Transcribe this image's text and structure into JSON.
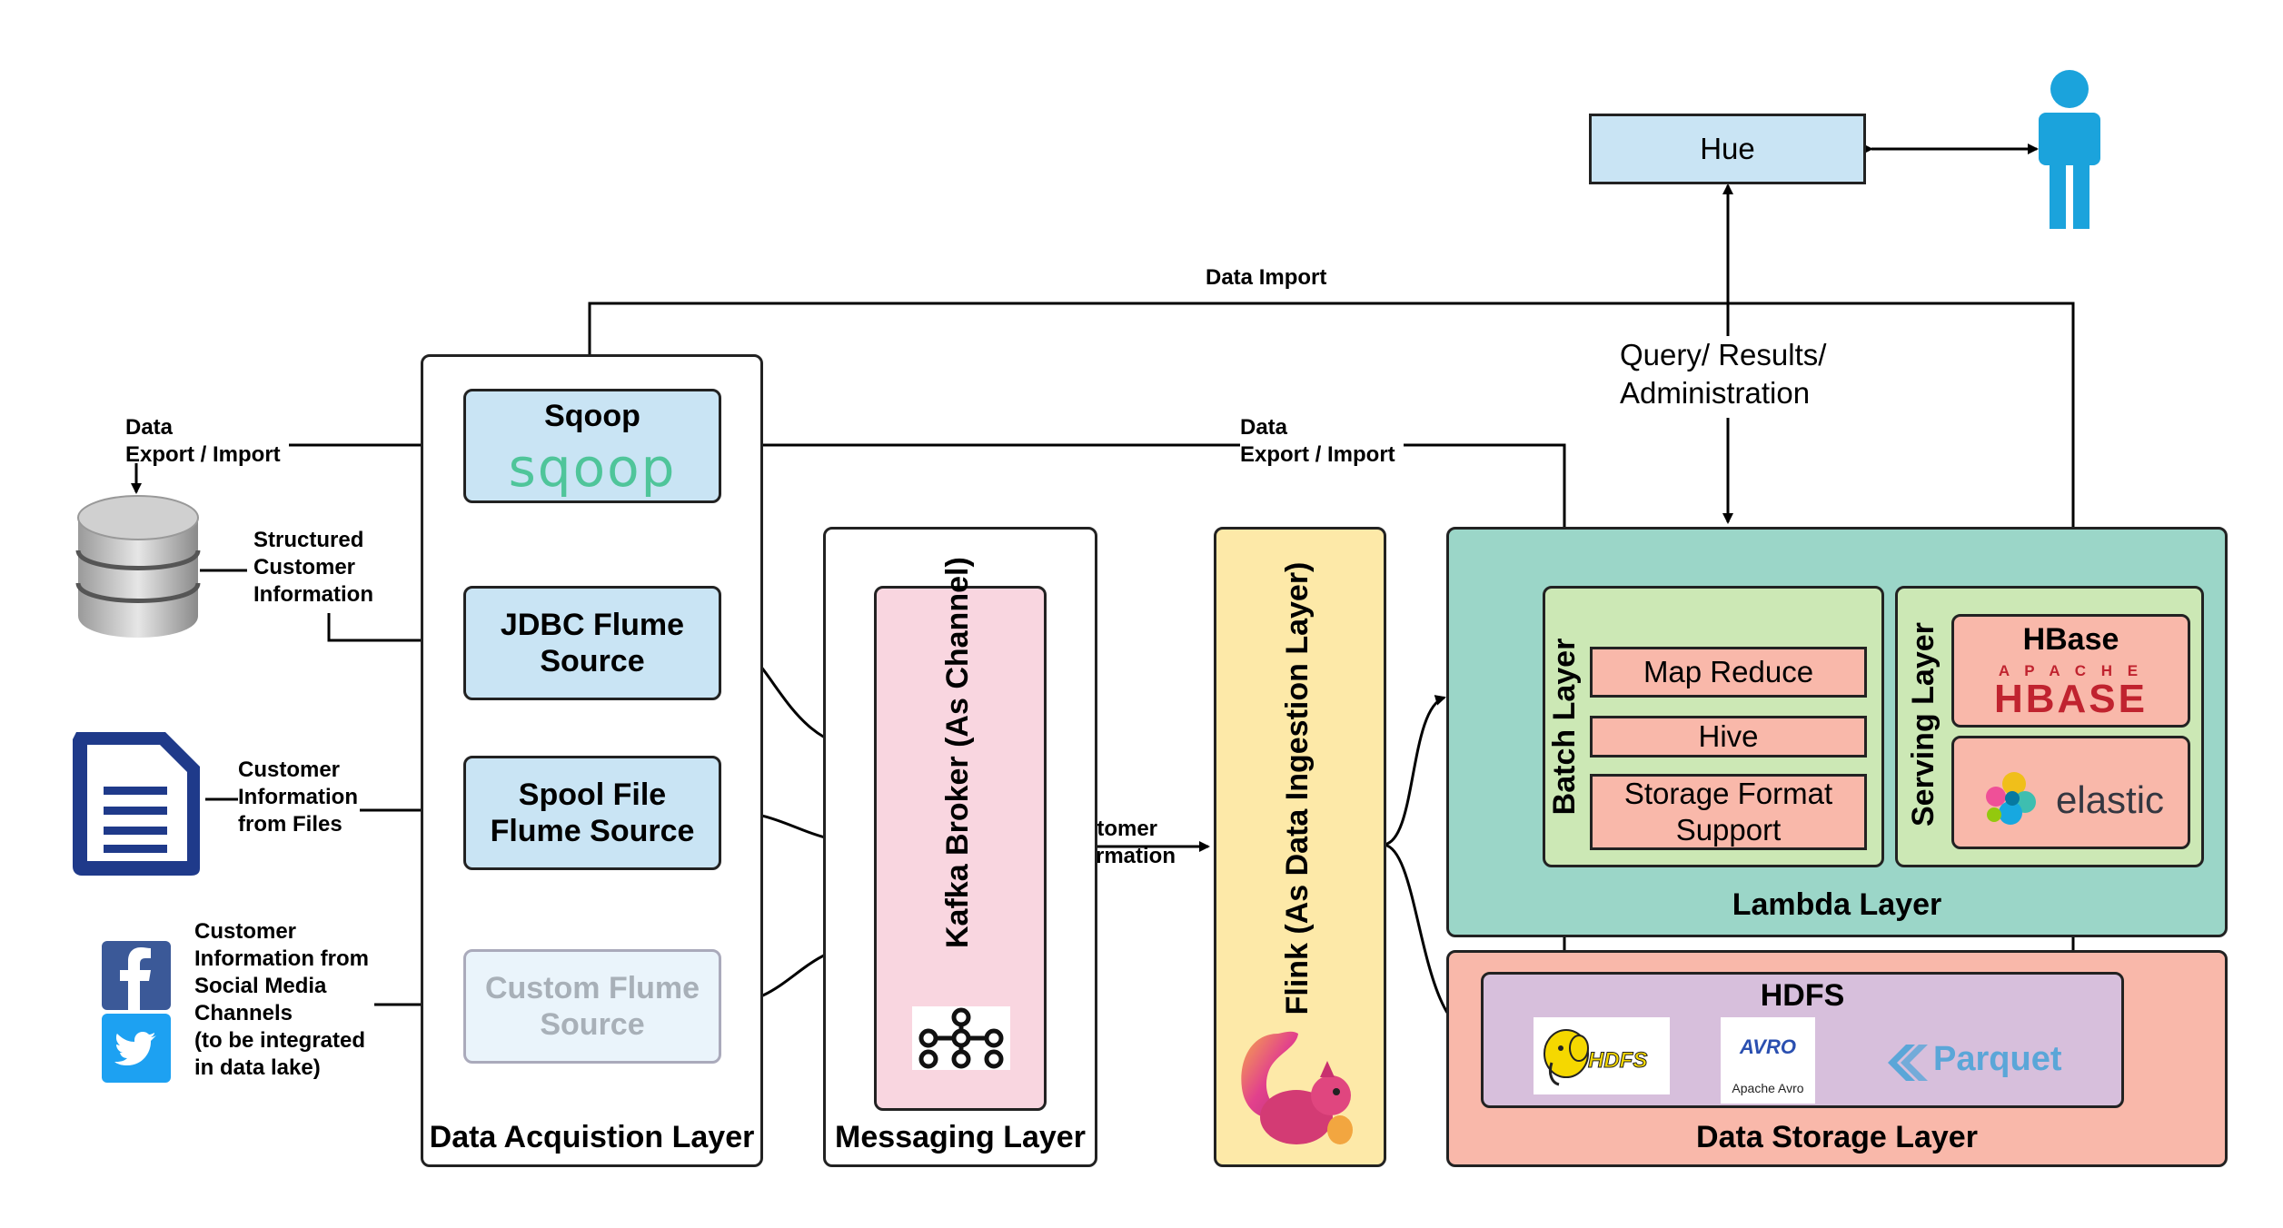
{
  "colors": {
    "blue_box": "#c9e4f4",
    "pink_box": "#f9d6e0",
    "flink_box": "#fde9a8",
    "lambda_box": "#9bd6c8",
    "batch_box": "#cce8b5",
    "salmon_box": "#f9b8aa",
    "hdfs_box": "#d7bfdc",
    "storage_box": "#f9b8aa",
    "person": "#1ba3dc"
  },
  "hue": {
    "label": "Hue"
  },
  "annotations": {
    "data_import": "Data Import",
    "query_results": "Query/ Results/\nAdministration",
    "data_export_left": "Data\nExport / Import",
    "data_export_mid": "Data\nExport / Import",
    "structured_info": "Structured\nCustomer\nInformation",
    "customer_files": "Customer\nInformation\nfrom Files",
    "social_media": "Customer\nInformation from\nSocial Media\nChannels\n(to be integrated\nin data lake)",
    "customer_info": "Customer\nInformation"
  },
  "acquisition": {
    "layer_label": "Data Acquistion Layer",
    "sqoop": "Sqoop",
    "sqoop_logo": "sqoop",
    "jdbc": "JDBC Flume\nSource",
    "spool": "Spool File\nFlume Source",
    "custom": "Custom Flume\nSource"
  },
  "messaging": {
    "layer_label": "Messaging Layer",
    "kafka": "Kafka Broker (As Channel)"
  },
  "flink": {
    "label": "Flink  (As Data Ingestion Layer)"
  },
  "lambda": {
    "layer_label": "Lambda Layer",
    "batch_label": "Batch Layer",
    "serving_label": "Serving Layer",
    "map_reduce": "Map Reduce",
    "hive": "Hive",
    "storage_format": "Storage Format\nSupport",
    "hbase_title": "HBase",
    "hbase_apache": "A P A C H E",
    "hbase_logo": "HBASE",
    "elastic": "elastic"
  },
  "storage": {
    "layer_label": "Data Storage Layer",
    "hdfs_title": "HDFS",
    "hdfs_logo": "HDFS",
    "avro_logo": "AVRO",
    "avro_caption": "Apache Avro",
    "parquet": "Parquet"
  },
  "icons": [
    "database-icon",
    "document-icon",
    "facebook-icon",
    "twitter-icon",
    "person-icon",
    "kafka-icon",
    "flink-squirrel-icon",
    "hadoop-elephant-icon",
    "elastic-icon",
    "parquet-icon"
  ]
}
